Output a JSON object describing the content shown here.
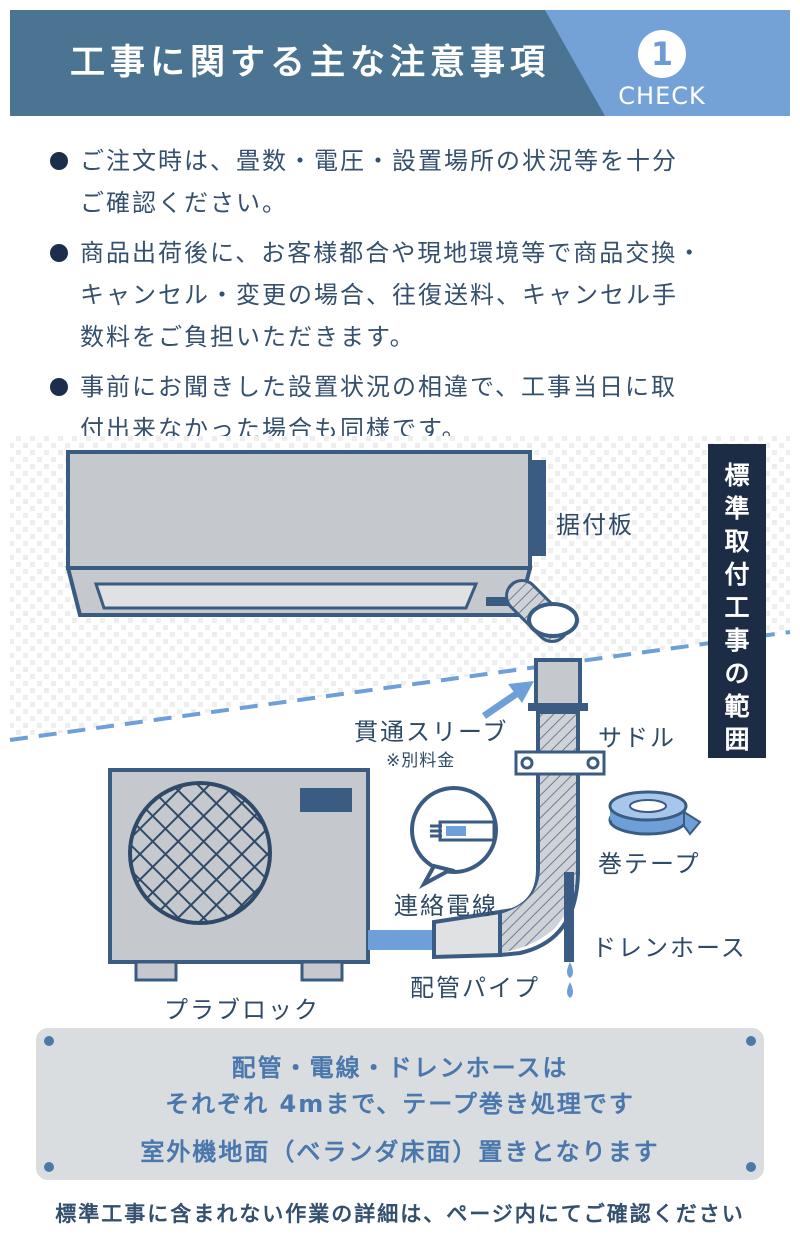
{
  "header": {
    "title": "工事に関する主な注意事項",
    "check_number": "1",
    "check_label": "CHECK"
  },
  "notes": [
    {
      "lines": [
        "ご注文時は、畳数・電圧・設置場所の状況等を十分",
        "ご確認ください。"
      ]
    },
    {
      "lines": [
        "商品出荷後に、お客様都合や現地環境等で商品交換・",
        "キャンセル・変更の場合、往復送料、キャンセル手",
        "数料をご負担いただきます。"
      ]
    },
    {
      "lines": [
        "事前にお聞きした設置状況の相違で、工事当日に取",
        "付出来なかった場合も同様です。"
      ]
    }
  ],
  "diagram": {
    "labels": {
      "mounting_plate": "据付板",
      "sleeve": "貫通スリーブ",
      "sleeve_note": "※別料金",
      "saddle": "サドル",
      "tape": "巻テープ",
      "cable": "連絡電線",
      "drain_hose": "ドレンホース",
      "pipe": "配管パイプ",
      "block": "プラブロック"
    },
    "standard_range": [
      "標",
      "準",
      "取",
      "付",
      "工",
      "事",
      "の",
      "範",
      "囲"
    ]
  },
  "note_box": {
    "line1": "配管・電線・ドレンホースは",
    "line2": "それぞれ 4mまで、テープ巻き処理です",
    "line3": "室外機地面（ベランダ床面）置きとなります"
  },
  "footer": "標準工事に含まれない作業の詳細は、ページ内にてご確認ください",
  "colors": {
    "header_dark": "#4b7392",
    "header_light": "#75a2d6",
    "text": "#2e4a66",
    "badge": "#1b2c44",
    "accent_blue": "#6f9fd8",
    "unit_gray": "#c5c8cc"
  }
}
